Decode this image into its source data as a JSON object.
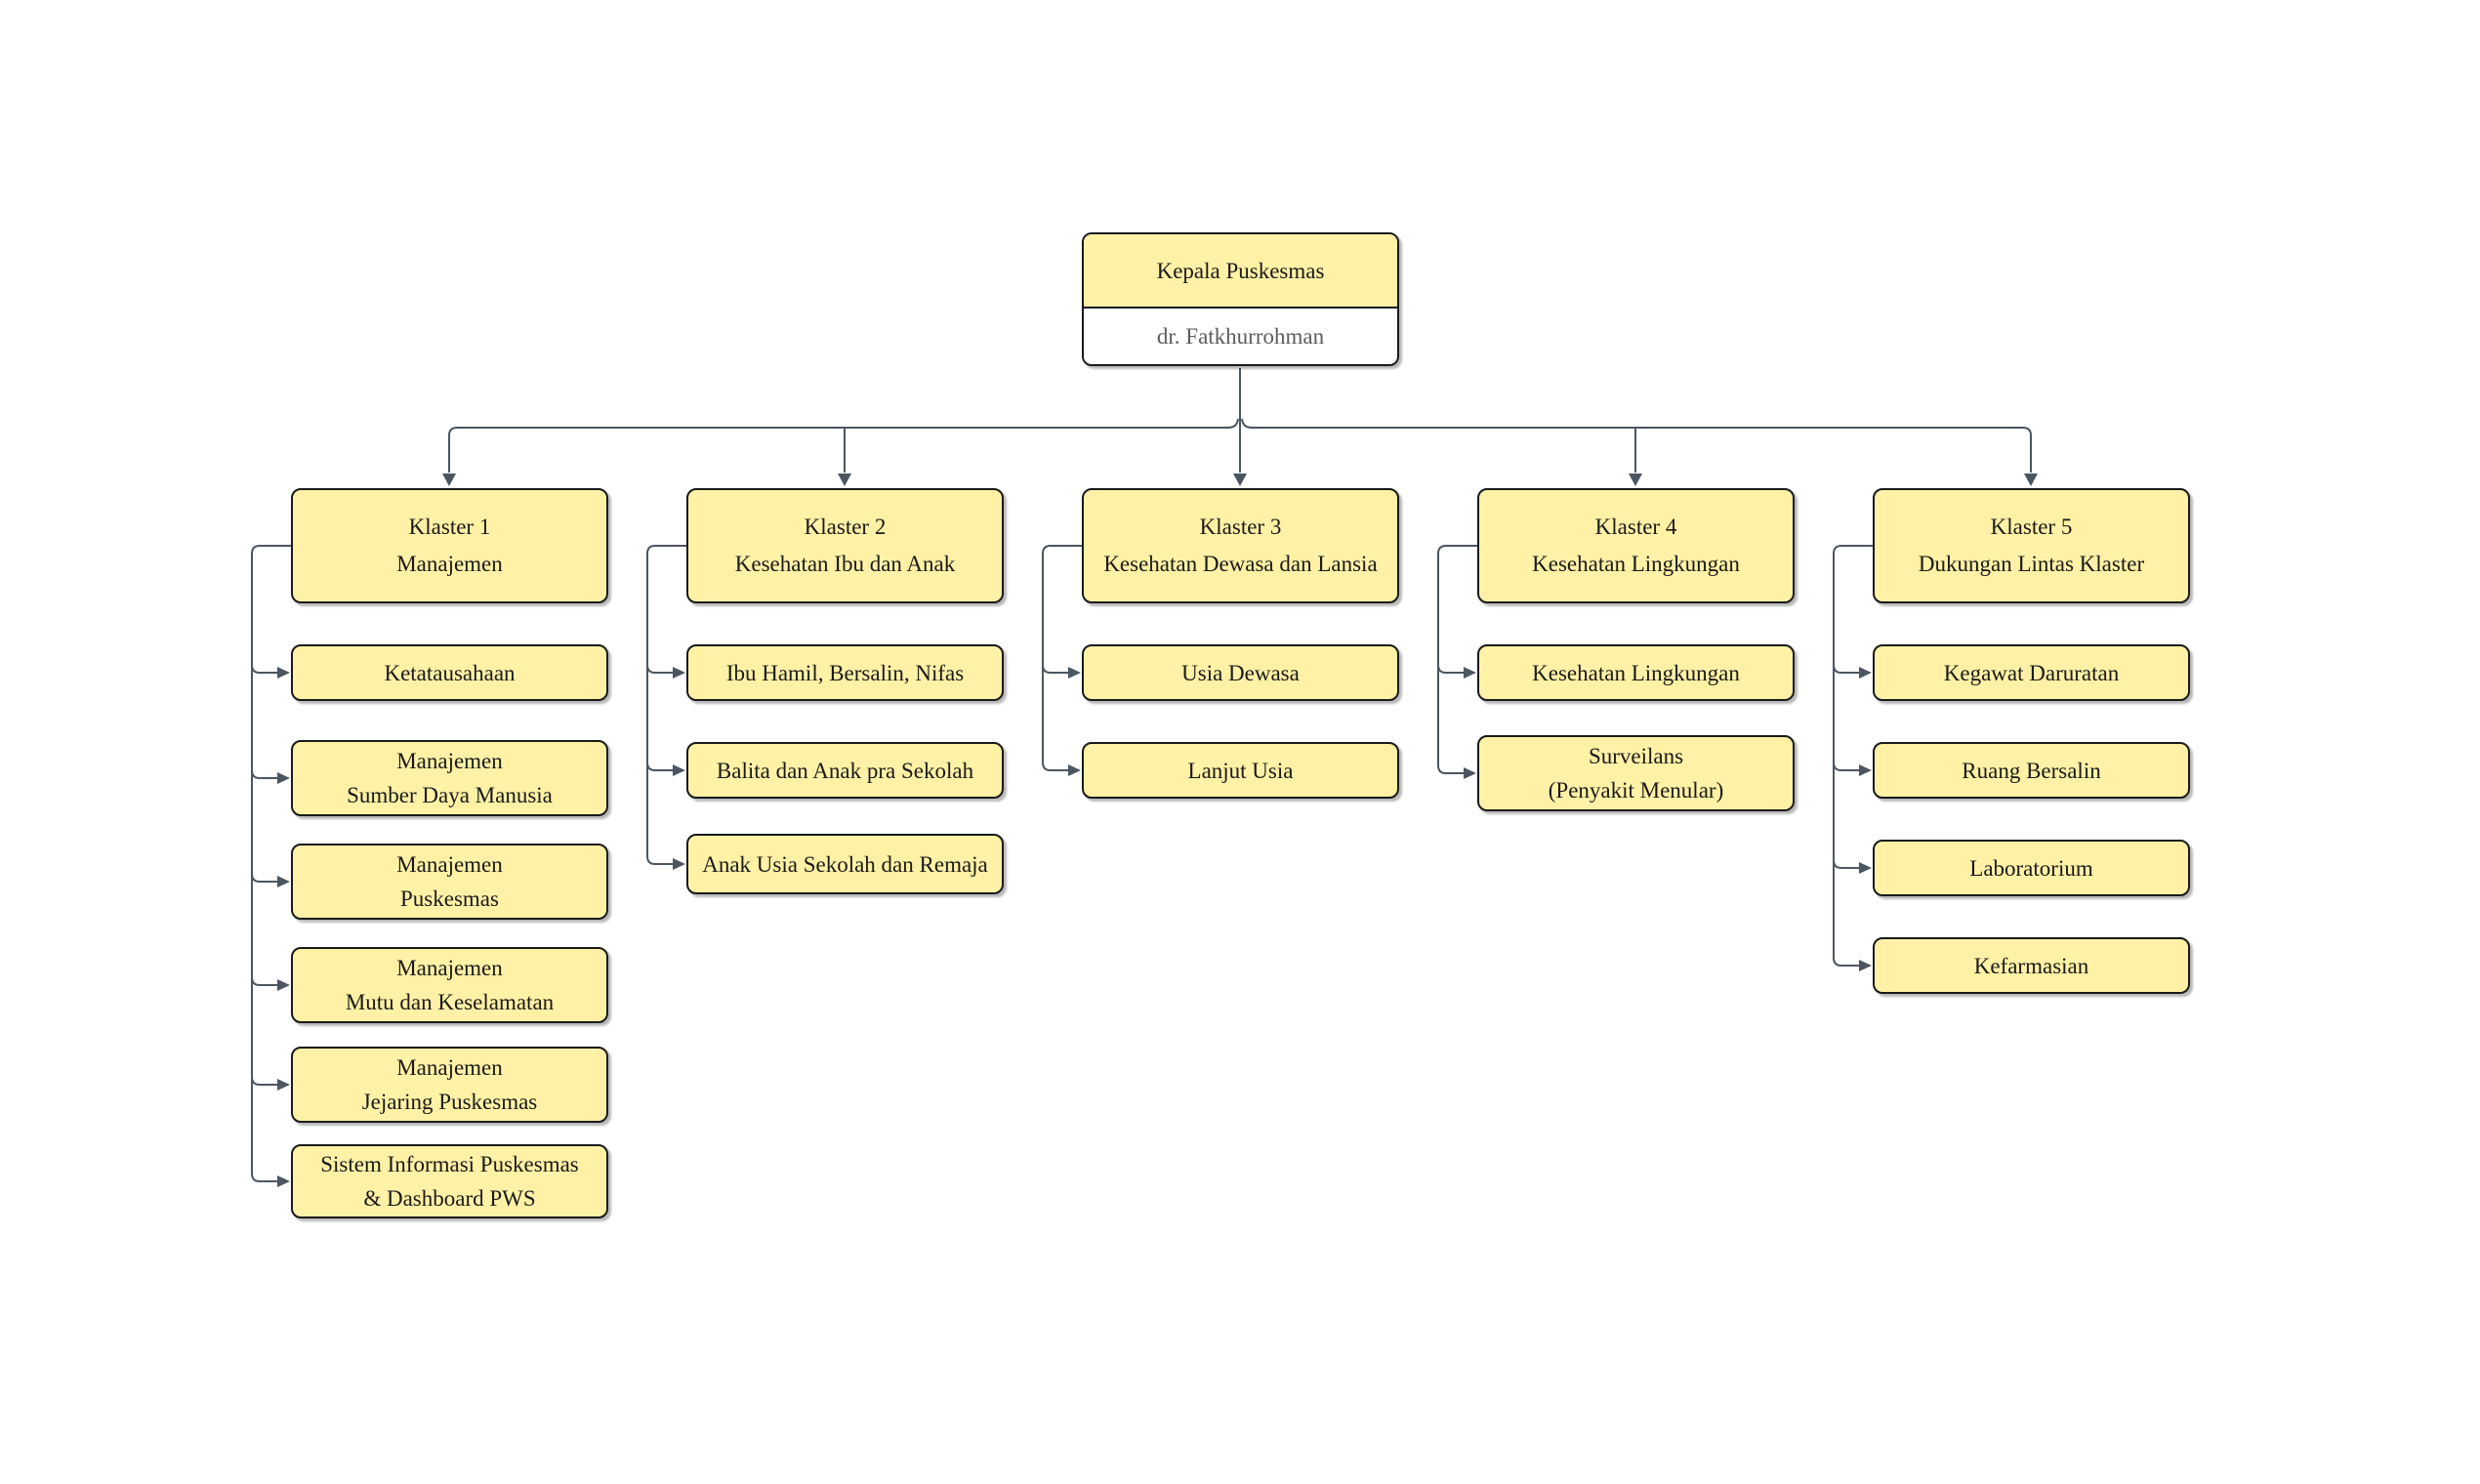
{
  "colors": {
    "background": "#ffffff",
    "node_fill": "#fff1a5",
    "node_border": "#1a1a1a",
    "connector": "#4c5661",
    "title_text": "#1a1a1a",
    "subtitle_text": "#5c5c5c"
  },
  "root": {
    "title": "Kepala Puskesmas",
    "subtitle": "dr. Fatkhurrohman"
  },
  "columns": [
    {
      "header": {
        "lines": [
          "Klaster 1",
          "Manajemen"
        ]
      },
      "items": [
        {
          "lines": [
            "Ketatausahaan"
          ]
        },
        {
          "lines": [
            "Manajemen",
            "Sumber Daya Manusia"
          ]
        },
        {
          "lines": [
            "Manajemen",
            "Puskesmas"
          ]
        },
        {
          "lines": [
            "Manajemen",
            "Mutu dan Keselamatan"
          ]
        },
        {
          "lines": [
            "Manajemen",
            "Jejaring Puskesmas"
          ]
        },
        {
          "lines": [
            "Sistem Informasi Puskesmas",
            "& Dashboard PWS"
          ]
        }
      ]
    },
    {
      "header": {
        "lines": [
          "Klaster 2",
          "Kesehatan Ibu dan Anak"
        ]
      },
      "items": [
        {
          "lines": [
            "Ibu Hamil, Bersalin, Nifas"
          ]
        },
        {
          "lines": [
            "Balita dan Anak pra Sekolah"
          ]
        },
        {
          "lines": [
            "Anak Usia Sekolah dan Remaja"
          ]
        }
      ]
    },
    {
      "header": {
        "lines": [
          "Klaster 3",
          "Kesehatan Dewasa dan Lansia"
        ]
      },
      "items": [
        {
          "lines": [
            "Usia Dewasa"
          ]
        },
        {
          "lines": [
            "Lanjut Usia"
          ]
        }
      ]
    },
    {
      "header": {
        "lines": [
          "Klaster 4",
          "Kesehatan Lingkungan"
        ]
      },
      "items": [
        {
          "lines": [
            "Kesehatan Lingkungan"
          ]
        },
        {
          "lines": [
            "Surveilans",
            "(Penyakit Menular)"
          ]
        }
      ]
    },
    {
      "header": {
        "lines": [
          "Klaster 5",
          "Dukungan Lintas Klaster"
        ]
      },
      "items": [
        {
          "lines": [
            "Kegawat Daruratan"
          ]
        },
        {
          "lines": [
            "Ruang Bersalin"
          ]
        },
        {
          "lines": [
            "Laboratorium"
          ]
        },
        {
          "lines": [
            "Kefarmasian"
          ]
        }
      ]
    }
  ]
}
